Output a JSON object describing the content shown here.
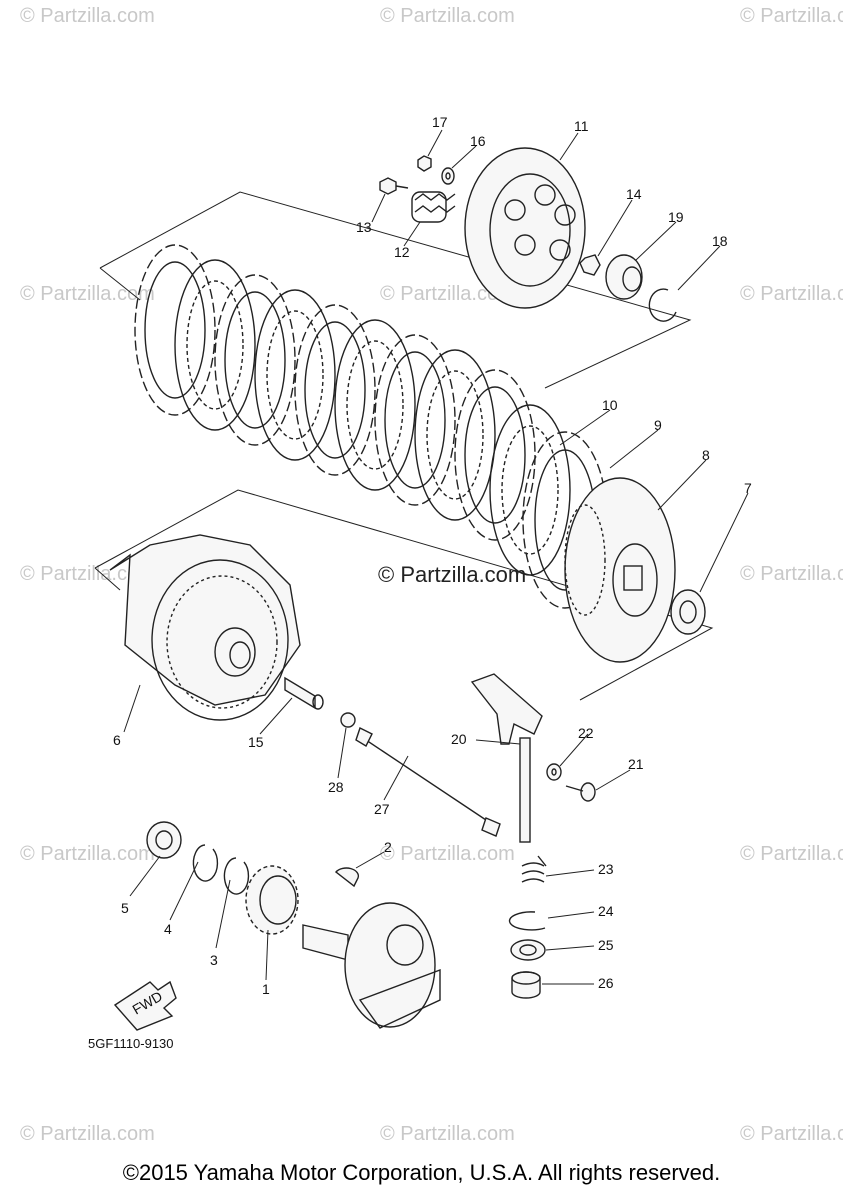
{
  "watermark_text": "© Partzilla.com",
  "center_watermark": "© Partzilla.com",
  "diagram_code": "5GF1110-9130",
  "fwd_label": "FWD",
  "copyright": "©2015 Yamaha Motor Corporation, U.S.A. All rights reserved.",
  "callouts": [
    "1",
    "2",
    "3",
    "4",
    "5",
    "6",
    "7",
    "8",
    "9",
    "10",
    "11",
    "12",
    "13",
    "14",
    "15",
    "16",
    "17",
    "18",
    "19",
    "20",
    "21",
    "22",
    "23",
    "24",
    "25",
    "26",
    "27",
    "28"
  ]
}
